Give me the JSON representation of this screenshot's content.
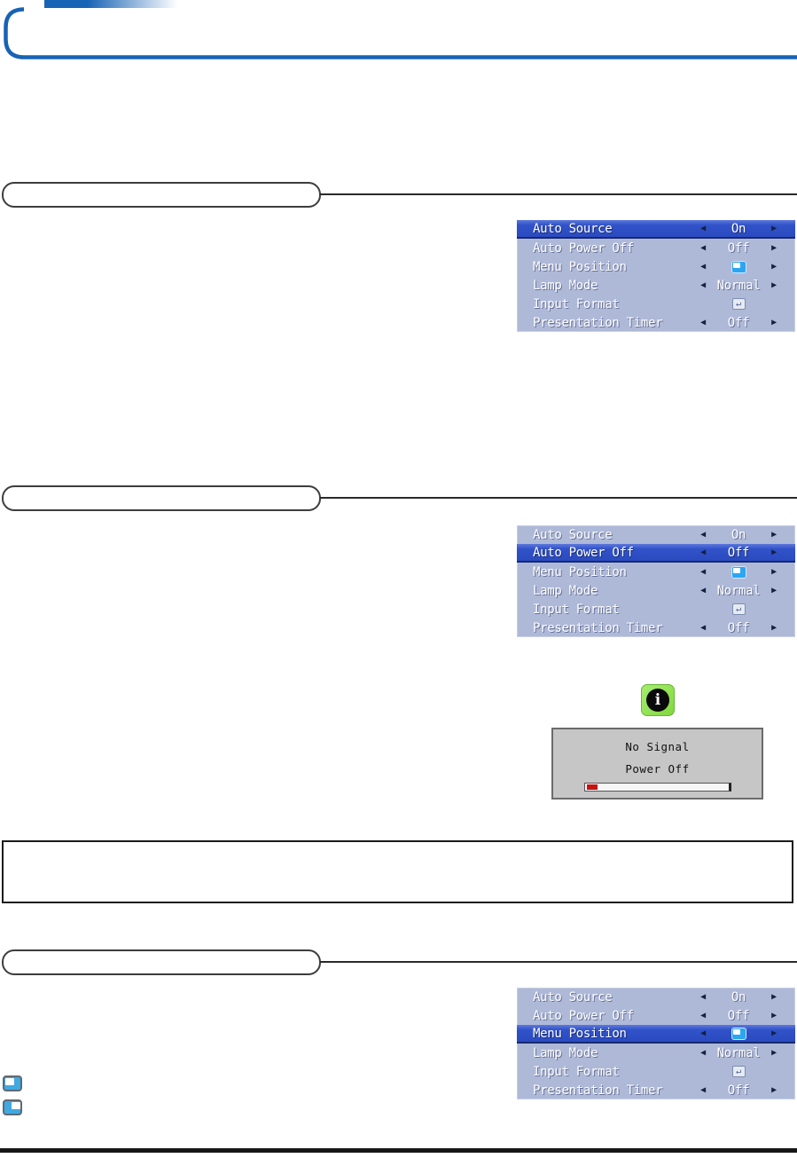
{
  "frame": {
    "accent_color": "#1763b5"
  },
  "osd_menu": {
    "rows": [
      {
        "label": "Auto Source",
        "value": "On",
        "control": "arrows",
        "value_icon": null
      },
      {
        "label": "Auto Power Off",
        "value": "Off",
        "control": "arrows",
        "value_icon": null
      },
      {
        "label": "Menu Position",
        "value": "",
        "control": "arrows",
        "value_icon": "menu-position-icon"
      },
      {
        "label": "Lamp Mode",
        "value": "Normal",
        "control": "arrows",
        "value_icon": null
      },
      {
        "label": "Input Format",
        "value": "",
        "control": "enter",
        "value_icon": "enter-key-icon"
      },
      {
        "label": "Presentation Timer",
        "value": "Off",
        "control": "arrows",
        "value_icon": null
      }
    ],
    "glyphs": {
      "arrow_left": "◀",
      "arrow_right": "▶",
      "enter": "↵"
    },
    "colors": {
      "background": "#aeb9d8",
      "highlight": "#2e51c6",
      "highlight_border": "#19296e",
      "text": "#ffffff",
      "arrow": "#13203e",
      "position_icon_blue": "#2ba6f2"
    },
    "instances": [
      {
        "name": "osd-menu-auto-source",
        "highlighted_row": 0
      },
      {
        "name": "osd-menu-auto-power-off",
        "highlighted_row": 1
      },
      {
        "name": "osd-menu-menu-position",
        "highlighted_row": 2
      }
    ]
  },
  "status_dialog": {
    "line1": "No Signal",
    "line2": "Power Off",
    "progress_fraction": 0.07,
    "colors": {
      "background": "#c6c6c6",
      "bar_background": "#f6f6f6",
      "bar_fill": "#c41414"
    }
  },
  "icons": {
    "info": {
      "name": "info-icon",
      "glyph": "i",
      "background": "#8ade4d",
      "circle": "#0a0a0a"
    },
    "menu_position_samples": [
      {
        "name": "menu-position-top-left-icon",
        "white_corner": "top-left",
        "blue": "#3fa9e2"
      },
      {
        "name": "menu-position-top-right-icon",
        "white_corner": "top-right",
        "blue": "#3fa9e2"
      }
    ]
  }
}
